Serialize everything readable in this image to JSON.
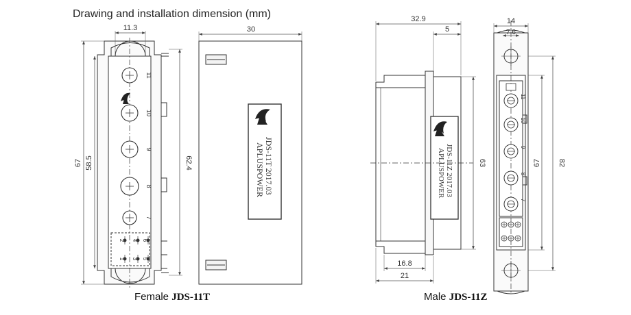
{
  "title": "Drawing and installation dimension (mm)",
  "female": {
    "caption_prefix": "Female",
    "caption_model": "JDS-11T",
    "dims": {
      "width": "11.3",
      "depth": "30",
      "h67": "67",
      "h585": "58.5",
      "h624": "62.4"
    },
    "big_pins": [
      "11",
      "10",
      "9",
      "8",
      "7"
    ],
    "small_pins": [
      "2",
      "4",
      "6",
      "1",
      "3",
      "5"
    ],
    "label": {
      "line1": "JDS-11T 2017.03",
      "line2": "APLUSPOWER"
    }
  },
  "male": {
    "caption_prefix": "Male",
    "caption_model": "JDS-11Z",
    "dims": {
      "d329": "32.9",
      "d5": "5",
      "d63": "63",
      "d168": "16.8",
      "d21": "21",
      "w14": "14",
      "w76": "7.6",
      "h67": "67",
      "h82": "82"
    },
    "pins": [
      "11",
      "10",
      "9",
      "8",
      "7"
    ],
    "label": {
      "line1": "JDS-11Z 2017.03",
      "line2": "APLUSPOWER"
    }
  }
}
